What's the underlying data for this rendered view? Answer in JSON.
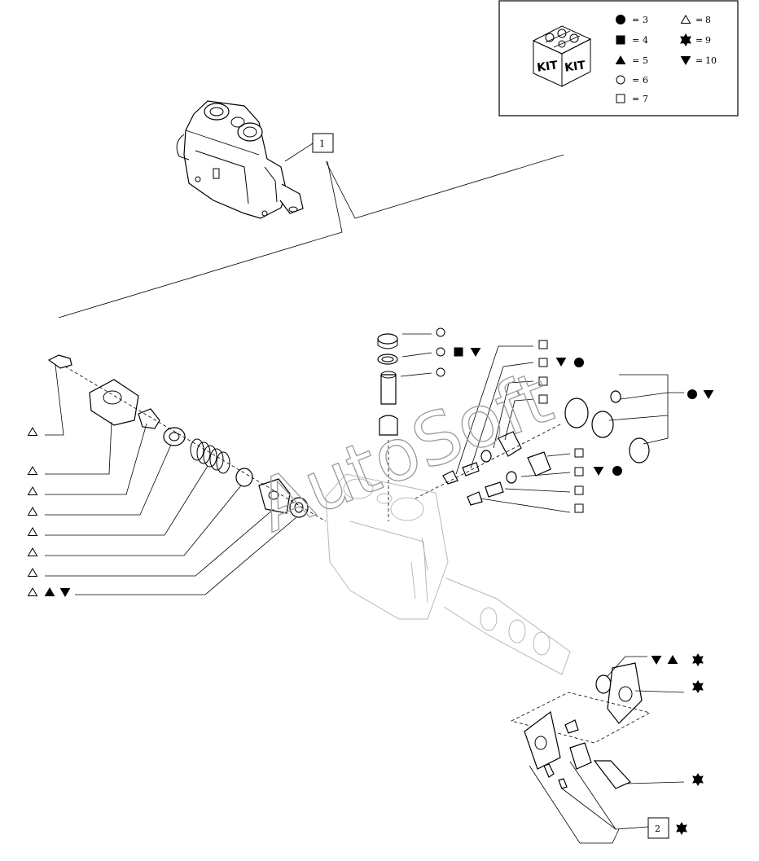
{
  "reference_labels": {
    "main_assembly": "1",
    "kit_assembly": "2"
  },
  "legend": {
    "kit_badge": [
      "KIT",
      "KIT"
    ],
    "entries": [
      {
        "symbol": "filled-circle",
        "number": "3"
      },
      {
        "symbol": "filled-square",
        "number": "4"
      },
      {
        "symbol": "filled-triangle-up",
        "number": "5"
      },
      {
        "symbol": "open-circle",
        "number": "6"
      },
      {
        "symbol": "open-square",
        "number": "7"
      },
      {
        "symbol": "open-triangle-up",
        "number": "8"
      },
      {
        "symbol": "filled-star",
        "number": "9"
      },
      {
        "symbol": "filled-triangle-down",
        "number": "10"
      }
    ]
  },
  "watermark": "AutoSoft"
}
